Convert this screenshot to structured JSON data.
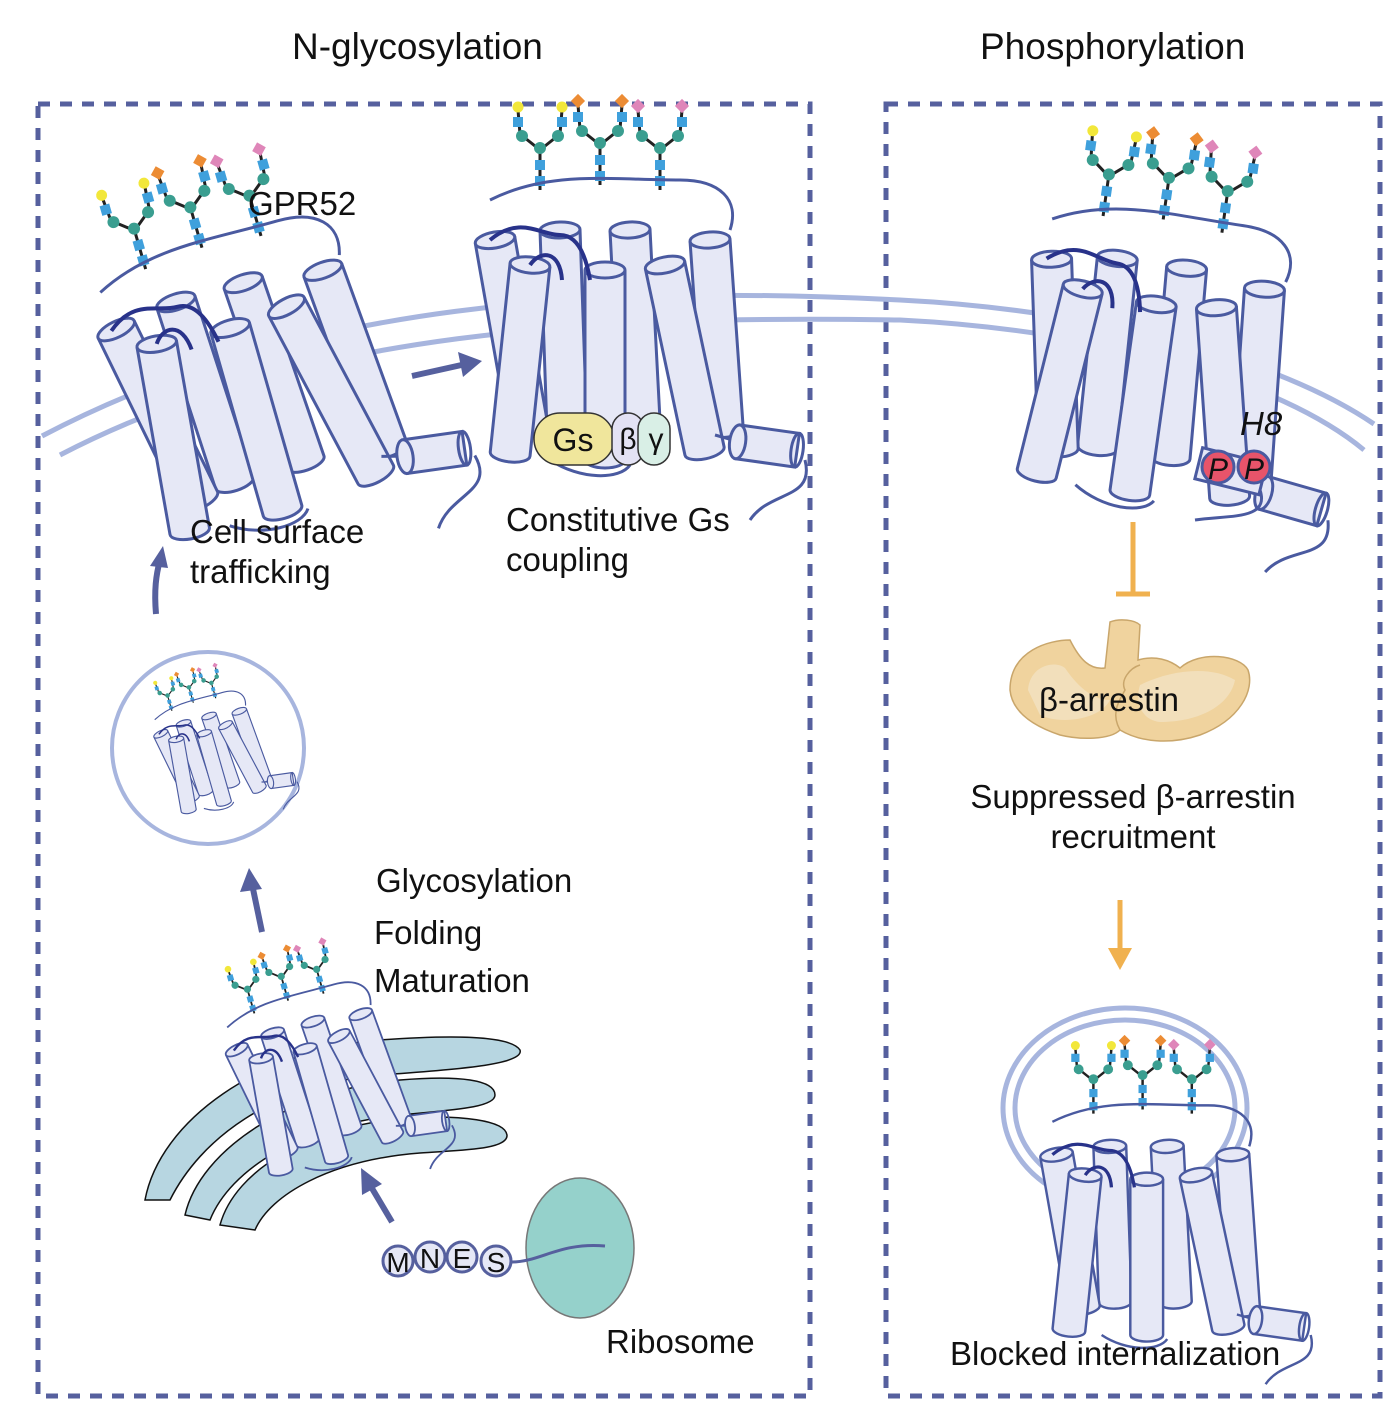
{
  "panels": [
    {
      "title": "N-glycosylation"
    },
    {
      "title": "Phosphorylation"
    }
  ],
  "labels": {
    "receptor_name": "GPR52",
    "cell_surface": [
      "Cell surface",
      "trafficking"
    ],
    "constitutive": [
      "Constitutive Gs",
      "coupling"
    ],
    "processing": [
      "Glycosylation",
      "Folding",
      "Maturation"
    ],
    "ribosome": "Ribosome",
    "helix8": "H8",
    "arrestin": "β-arrestin",
    "suppressed": [
      "Suppressed β-arrestin",
      "recruitment"
    ],
    "blocked": "Blocked internalization"
  },
  "g_protein": {
    "alpha": "Gs",
    "beta": "β",
    "gamma": "γ"
  },
  "phospho_sites": [
    "P",
    "P"
  ],
  "peptide_residues": [
    "M",
    "N",
    "E",
    "S"
  ],
  "colors": {
    "panel_border": "#56609e",
    "helix_fill": "#e6e8f6",
    "helix_stroke": "#4a5aa0",
    "membrane": "#a7b5de",
    "glycan_blue": "#3fa0dc",
    "glycan_green": "#3a9e90",
    "glycan_yellow": "#f2e73a",
    "glycan_orange": "#ec8c34",
    "glycan_pink": "#df86b9",
    "er_fill": "#b7d6e1",
    "ribosome_fill": "#95d1cb",
    "gs_fill": "#f0e69c",
    "beta_fill": "#e3e2f4",
    "gamma_fill": "#d9efe6",
    "phospho_fill": "#e8546a",
    "arrestin_fill": "#f0d39e",
    "arrestin_light": "#f2e2c2",
    "inhibit_arrow": "#f0b14f",
    "flow_arrow": "#56609e"
  }
}
